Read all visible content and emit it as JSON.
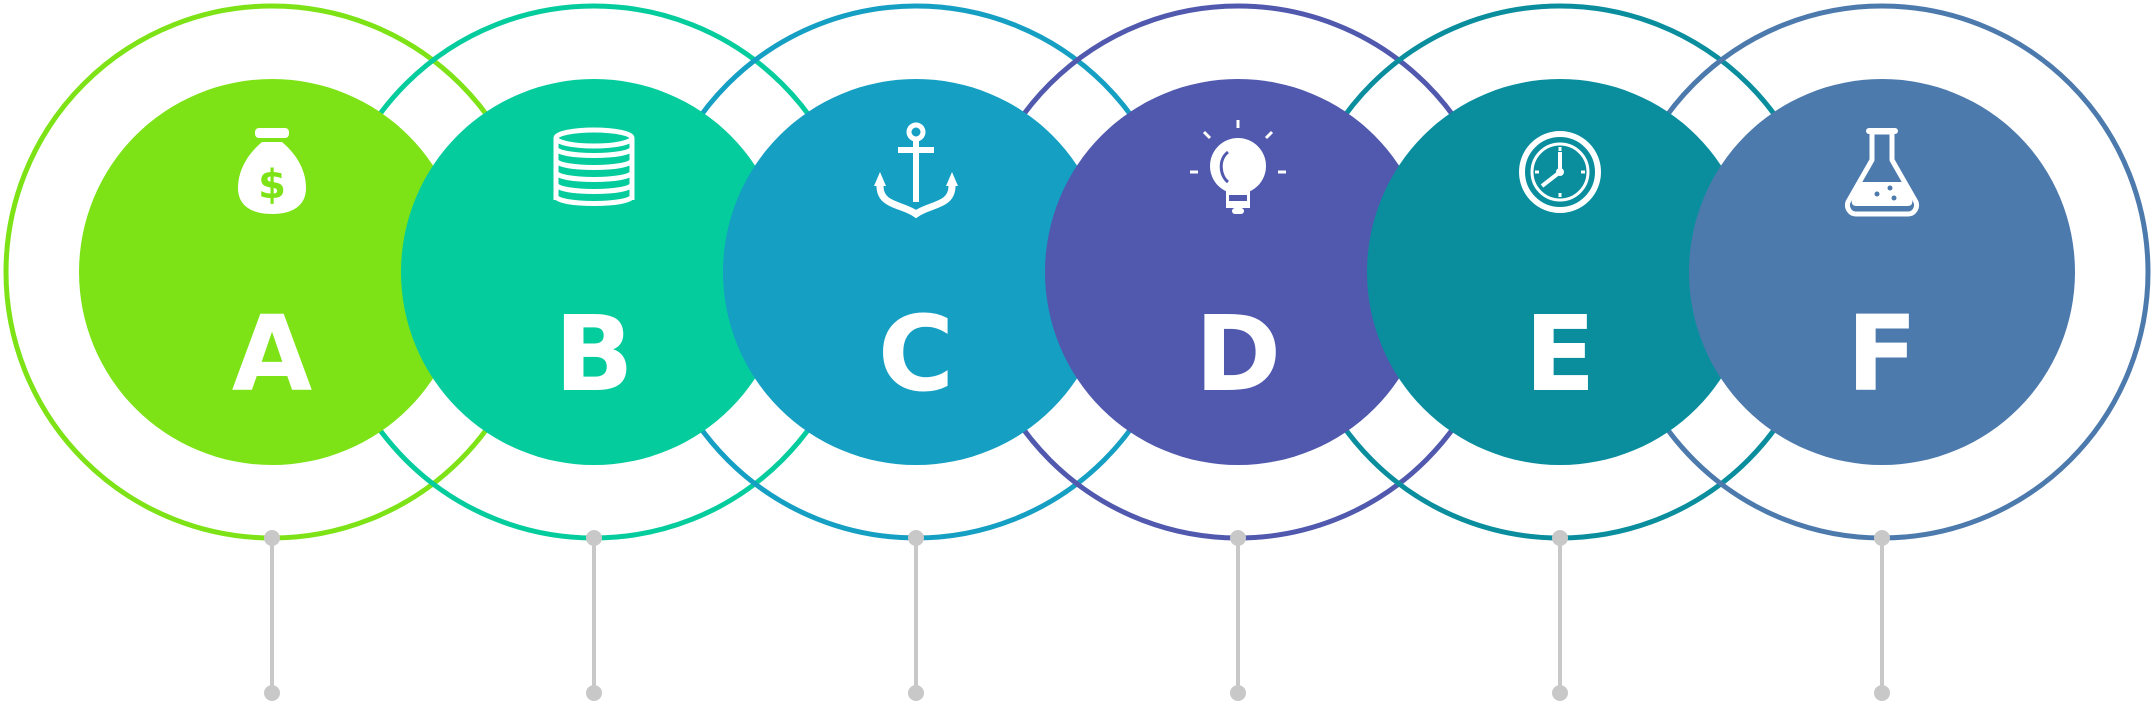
{
  "steps": [
    {
      "letter": "A",
      "icon": "money-bag-icon",
      "color": "#7DE316"
    },
    {
      "letter": "B",
      "icon": "coin-stack-icon",
      "color": "#04CC9D"
    },
    {
      "letter": "C",
      "icon": "anchor-icon",
      "color": "#159FC3"
    },
    {
      "letter": "D",
      "icon": "lightbulb-icon",
      "color": "#5059AD"
    },
    {
      "letter": "E",
      "icon": "clock-icon",
      "color": "#0A8E9E"
    },
    {
      "letter": "F",
      "icon": "flask-icon",
      "color": "#4D7AAD"
    }
  ],
  "connector_color": "#C8C8C8",
  "icon_color": "#FFFFFF"
}
